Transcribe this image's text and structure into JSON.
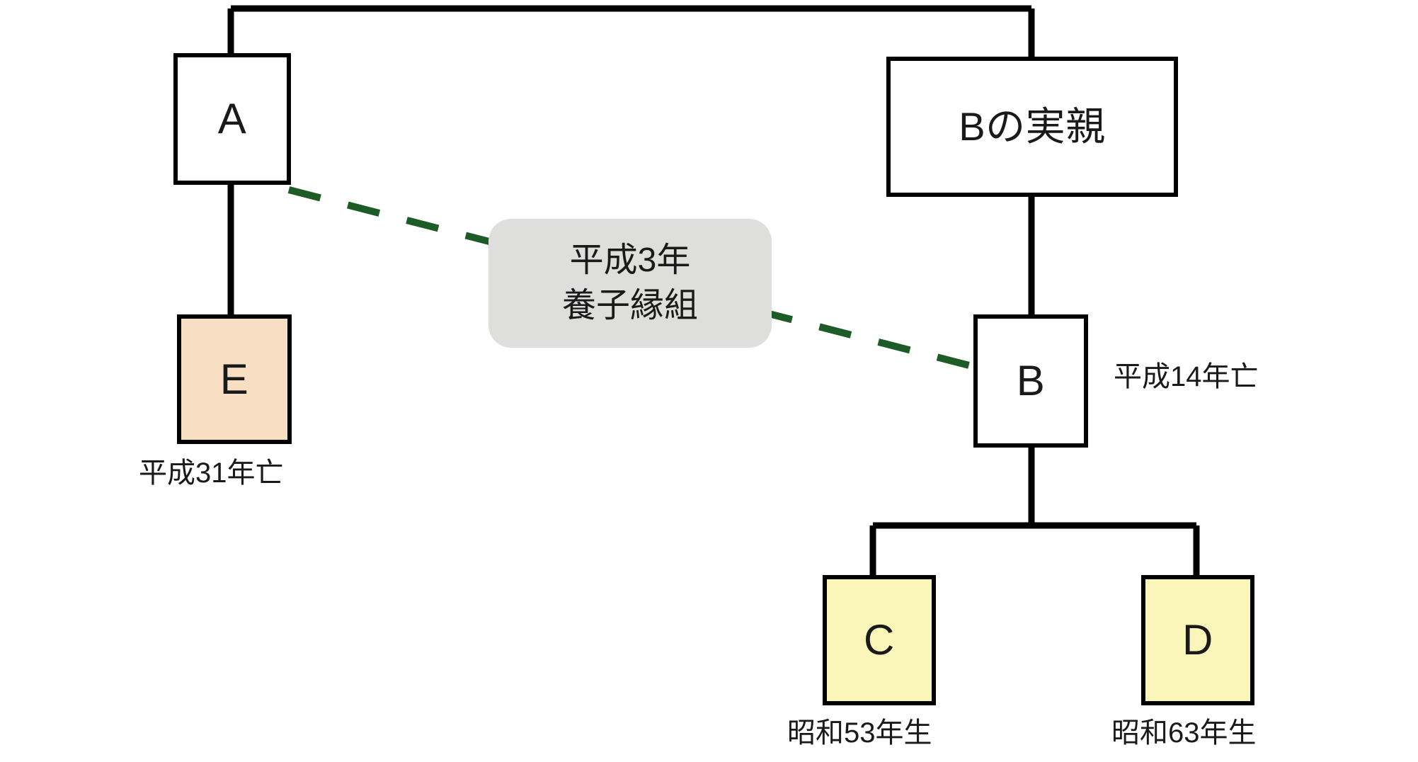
{
  "diagram": {
    "title_text": "",
    "background_color": "#ffffff",
    "line_color": "#000000",
    "adoption_line_color": "#1d5c26",
    "chip_background_color": "#dededd"
  },
  "nodes": {
    "a": {
      "label": "A",
      "fill": "#ffffff"
    },
    "b_parents": {
      "label": "Bの実親",
      "fill": "#ffffff"
    },
    "e": {
      "label": "E",
      "fill": "#f8dfc3"
    },
    "b": {
      "label": "B",
      "fill": "#ffffff"
    },
    "c": {
      "label": "C",
      "fill": "#faf5b8"
    },
    "d": {
      "label": "D",
      "fill": "#faf5b8"
    }
  },
  "annotations": {
    "b_death": "平成14年亡",
    "e_death": "平成31年亡",
    "c_birth": "昭和53年生",
    "d_birth": "昭和63年生"
  },
  "adoption_chip": {
    "line1": "平成3年",
    "line2": "養子縁組"
  }
}
